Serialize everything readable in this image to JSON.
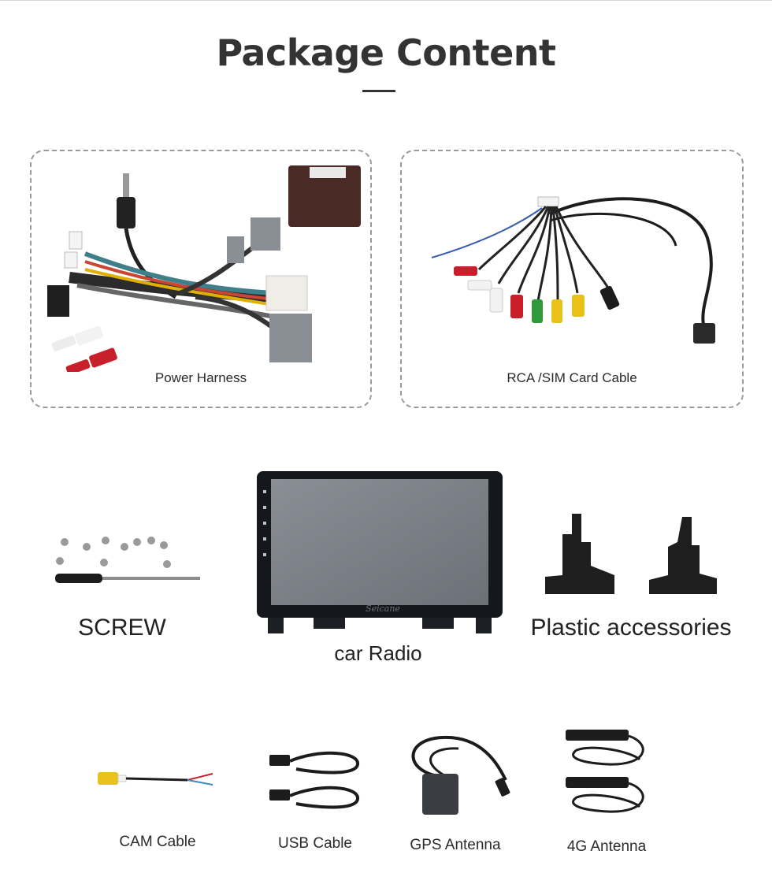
{
  "page": {
    "title": "Package Content"
  },
  "items": {
    "power_harness": {
      "label": "Power Harness"
    },
    "rca_sim_cable": {
      "label": "RCA /SIM Card Cable"
    },
    "screw": {
      "label": "SCREW"
    },
    "car_radio": {
      "label": "car Radio",
      "brand": "Seicane"
    },
    "plastic_accessories": {
      "label": "Plastic accessories"
    },
    "cam_cable": {
      "label": "CAM Cable"
    },
    "usb_cable": {
      "label": "USB Cable"
    },
    "gps_antenna": {
      "label": "GPS Antenna"
    },
    "antenna_4g": {
      "label": "4G Antenna"
    }
  },
  "colors": {
    "title": "#333333",
    "card_border": "#9a9a9a",
    "rca_red": "#c8202a",
    "rca_white": "#f2f2f2",
    "rca_yellow": "#e8c21a",
    "rca_green": "#2f9a3a",
    "connector_gray": "#8a8f96"
  }
}
